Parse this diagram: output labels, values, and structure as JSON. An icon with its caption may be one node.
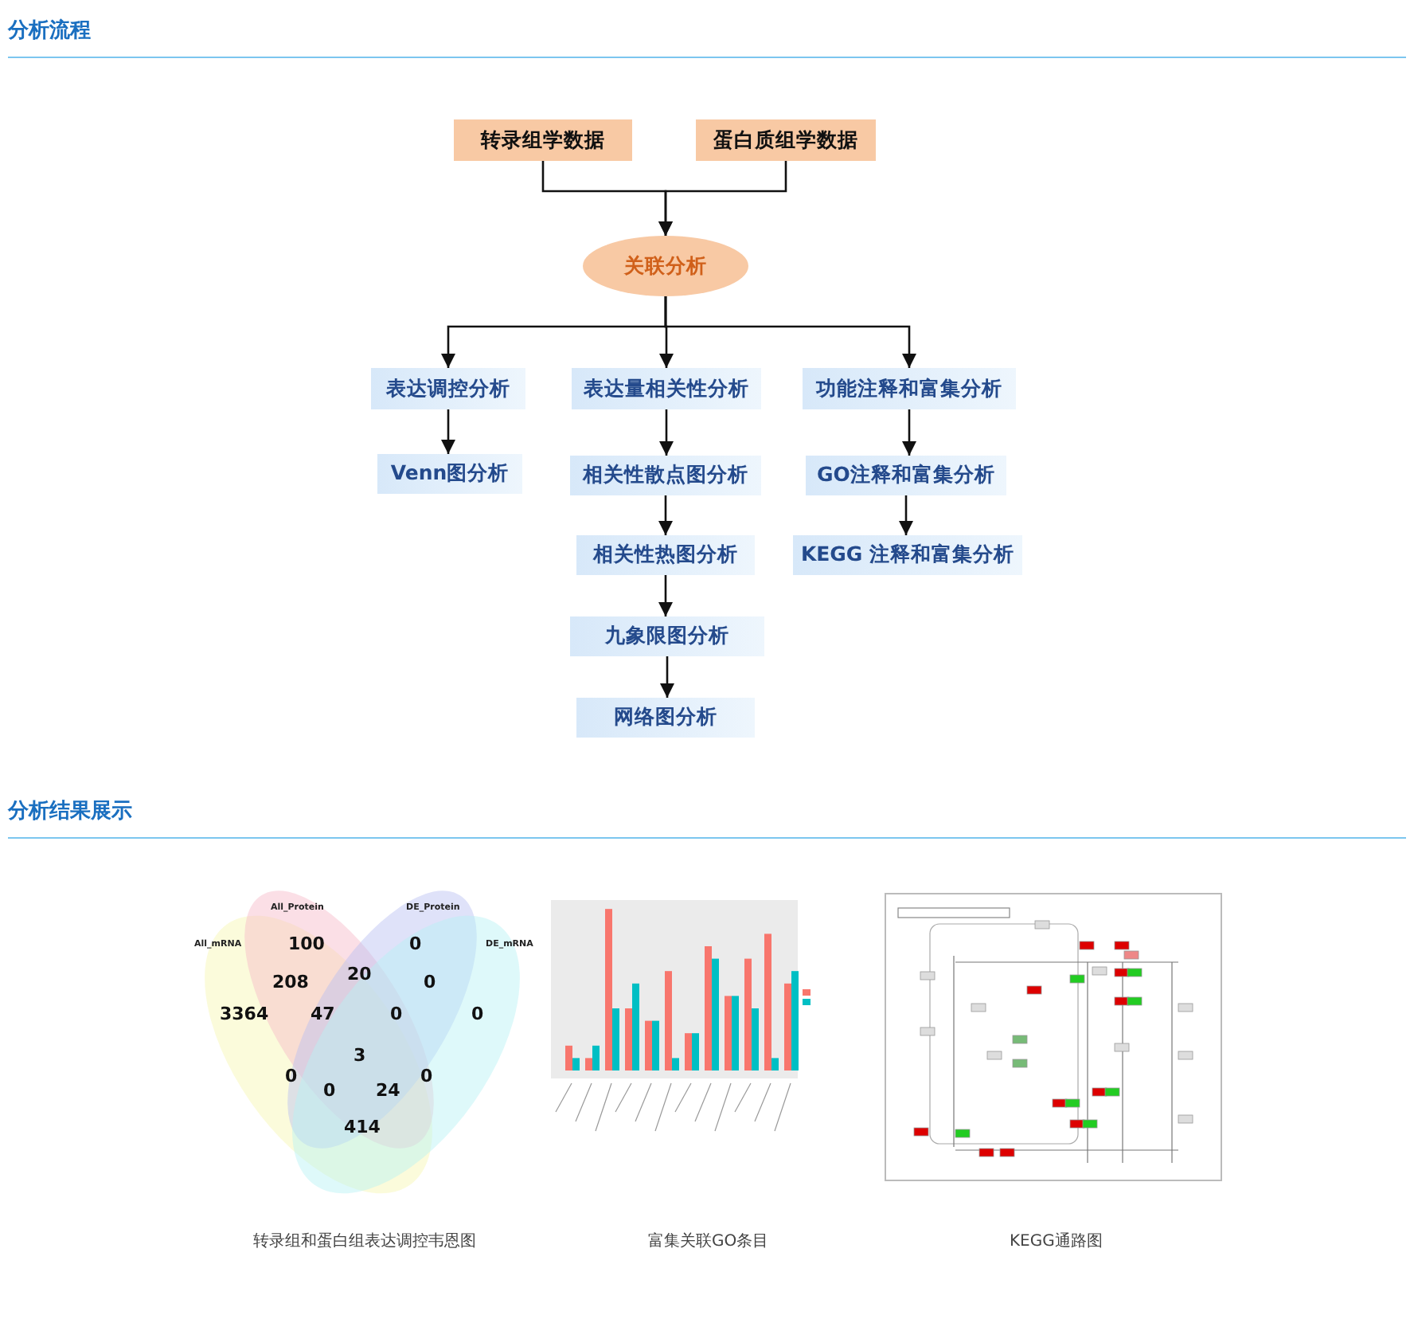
{
  "diagram": {
    "nodes": [
      {
        "text": [
          "转录组学数据"
        ]
      },
      {
        "text": [
          "蛋白质组学数据"
        ]
      },
      {
        "text": [
          "关联分析"
        ]
      },
      {
        "text": [
          "表达调控分析"
        ]
      },
      {
        "text": [
          "表达量相关性分析"
        ]
      },
      {
        "text": [
          "功能注释和富集分析"
        ]
      },
      {
        "text": [
          "Venn图分析"
        ]
      },
      {
        "text": [
          "相关性散点图分析"
        ]
      },
      {
        "text": [
          "相关性热图分析"
        ]
      },
      {
        "text": [
          "九象限图分析"
        ]
      },
      {
        "text": [
          "网络图分析"
        ]
      },
      {
        "text": [
          "GO注释和富集分析"
        ]
      },
      {
        "text": [
          "KEGG 注释和富集分析"
        ]
      }
    ],
    "edges": [
      {
        "from": 0,
        "to": 2,
        "arrow": "to"
      },
      {
        "from": 1,
        "to": 2,
        "arrow": "to"
      },
      {
        "from": 2,
        "to": 3,
        "arrow": "to"
      },
      {
        "from": 2,
        "to": 4,
        "arrow": "to"
      },
      {
        "from": 2,
        "to": 5,
        "arrow": "to"
      },
      {
        "from": 3,
        "to": 6,
        "arrow": "to"
      },
      {
        "from": 4,
        "to": 7,
        "arrow": "to"
      },
      {
        "from": 7,
        "to": 8,
        "arrow": "to"
      },
      {
        "from": 8,
        "to": 9,
        "arrow": "to"
      },
      {
        "from": 9,
        "to": 10,
        "arrow": "to"
      },
      {
        "from": 5,
        "to": 11,
        "arrow": "to"
      },
      {
        "from": 11,
        "to": 12,
        "arrow": "to"
      }
    ],
    "labels": [
      "分析流程",
      "分析结果展示",
      "All_Protein",
      "DE_Protein",
      "All_mRNA",
      "DE_mRNA",
      "100",
      "0",
      "208",
      "20",
      "0",
      "3364",
      "47",
      "0",
      "0",
      "3",
      "0",
      "0",
      "24",
      "0",
      "414",
      "转录组和蛋白组表达调控韦恩图",
      "富集关联GO条目",
      "KEGG通路图"
    ]
  }
}
